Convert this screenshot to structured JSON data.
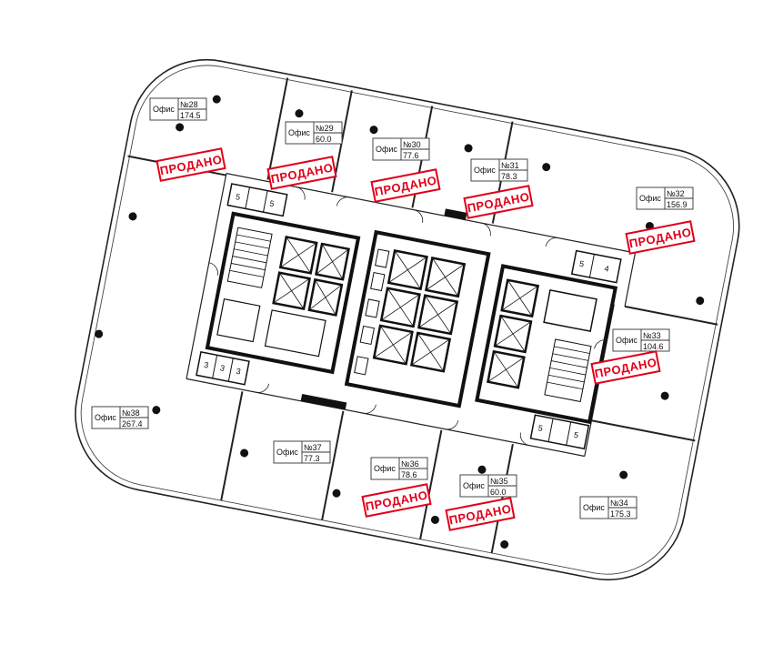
{
  "offices": [
    {
      "id": "28",
      "label": "Офис",
      "number": "№28",
      "area": "174.5",
      "sold": true
    },
    {
      "id": "29",
      "label": "Офис",
      "number": "№29",
      "area": "60.0",
      "sold": true
    },
    {
      "id": "30",
      "label": "Офис",
      "number": "№30",
      "area": "77.6",
      "sold": true
    },
    {
      "id": "31",
      "label": "Офис",
      "number": "№31",
      "area": "78.3",
      "sold": true
    },
    {
      "id": "32",
      "label": "Офис",
      "number": "№32",
      "area": "156.9",
      "sold": true
    },
    {
      "id": "33",
      "label": "Офис",
      "number": "№33",
      "area": "104.6",
      "sold": true
    },
    {
      "id": "34",
      "label": "Офис",
      "number": "№34",
      "area": "175.3",
      "sold": false
    },
    {
      "id": "35",
      "label": "Офис",
      "number": "№35",
      "area": "60.0",
      "sold": true
    },
    {
      "id": "36",
      "label": "Офис",
      "number": "№36",
      "area": "78.6",
      "sold": true
    },
    {
      "id": "37",
      "label": "Офис",
      "number": "№37",
      "area": "77.3",
      "sold": false
    },
    {
      "id": "38",
      "label": "Офис",
      "number": "№38",
      "area": "267.4",
      "sold": false
    }
  ],
  "sold_stamp": "ПРОДАНО",
  "wc_numbers": [
    "5",
    "5",
    "5",
    "4",
    "5",
    "5",
    "3",
    "3",
    "3"
  ],
  "colors": {
    "sold": "#e1001a",
    "wall": "#111111",
    "thin_line": "#222222",
    "background": "#ffffff"
  }
}
